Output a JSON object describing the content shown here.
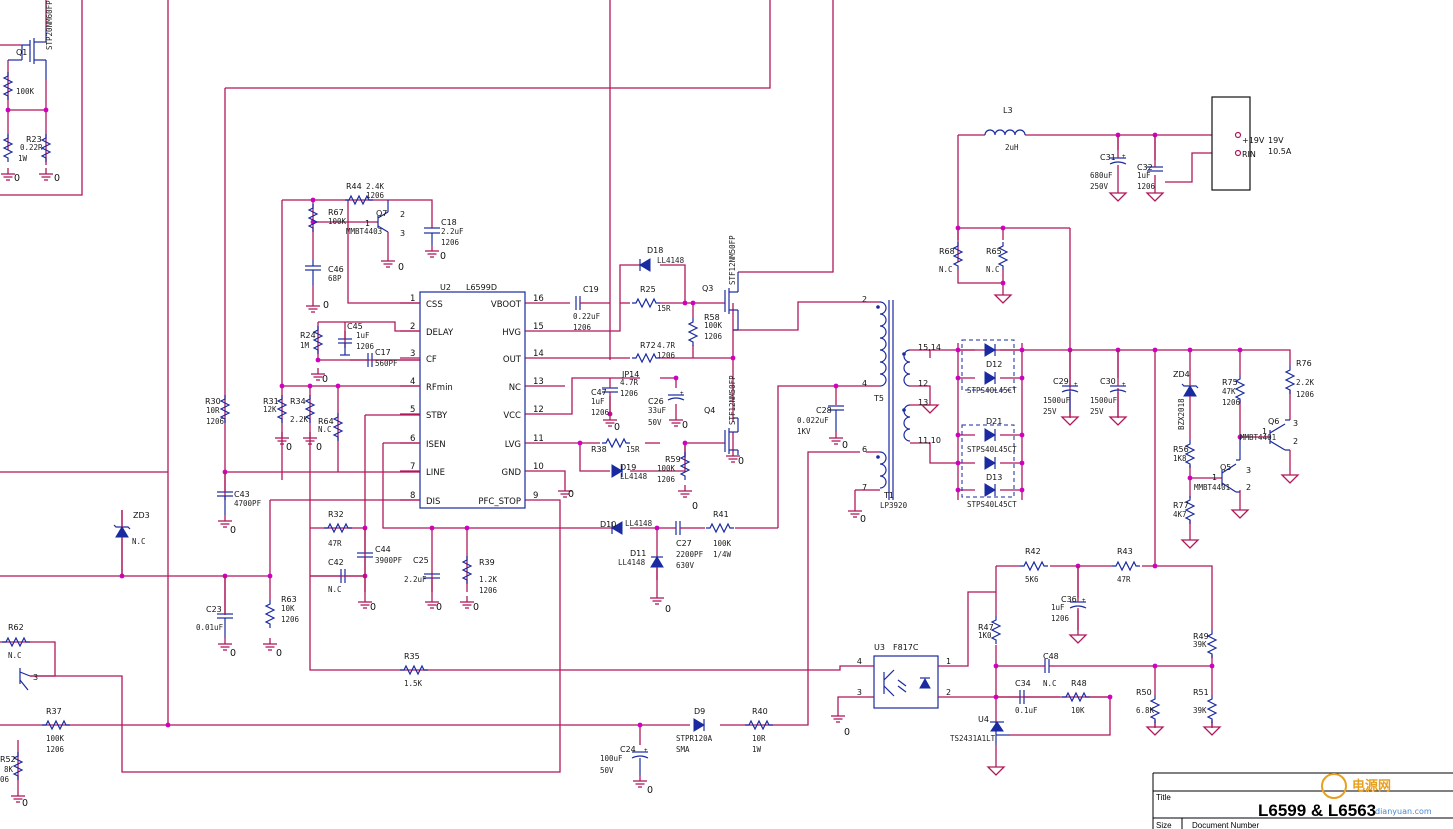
{
  "title_block": {
    "title_label": "Title",
    "title": "L6599 & L6563",
    "size_label": "Size",
    "docnum_label": "Document Number",
    "watermark": "电源网",
    "watermark_sub": "dianyuan.com"
  },
  "ic": {
    "ref": "U2",
    "part": "L6599D",
    "left_pins": [
      {
        "num": "1",
        "name": "CSS"
      },
      {
        "num": "2",
        "name": "DELAY"
      },
      {
        "num": "3",
        "name": "CF"
      },
      {
        "num": "4",
        "name": "RFmin"
      },
      {
        "num": "5",
        "name": "STBY"
      },
      {
        "num": "6",
        "name": "ISEN"
      },
      {
        "num": "7",
        "name": "LINE"
      },
      {
        "num": "8",
        "name": "DIS"
      }
    ],
    "right_pins": [
      {
        "num": "16",
        "name": "VBOOT"
      },
      {
        "num": "15",
        "name": "HVG"
      },
      {
        "num": "14",
        "name": "OUT"
      },
      {
        "num": "13",
        "name": "NC"
      },
      {
        "num": "12",
        "name": "VCC"
      },
      {
        "num": "11",
        "name": "LVG"
      },
      {
        "num": "10",
        "name": "GND"
      },
      {
        "num": "9",
        "name": "PFC_STOP"
      }
    ]
  },
  "output": {
    "plus_label": "+19V",
    "rin_label": "RIN",
    "voltage": "19V",
    "current": "10.5A"
  },
  "optocoupler": {
    "ref": "U3",
    "part": "F817C"
  },
  "transformer": {
    "ref": "T1",
    "part": "LP3920",
    "tag": "T5"
  },
  "components": [
    {
      "id": "q1",
      "ref": "Q1",
      "value": "STP20NM60FP"
    },
    {
      "id": "r100k_a",
      "ref": "",
      "value": "100K"
    },
    {
      "id": "r23",
      "ref": "R23",
      "value": "0.22R",
      "v2": "1W"
    },
    {
      "id": "r44",
      "ref": "R44",
      "value": "2.4K",
      "v2": "1206"
    },
    {
      "id": "r67",
      "ref": "R67",
      "value": "100K"
    },
    {
      "id": "q7",
      "ref": "Q7",
      "value": "MMBT4403"
    },
    {
      "id": "c18",
      "ref": "C18",
      "value": "2.2uF",
      "v2": "1206"
    },
    {
      "id": "c46",
      "ref": "C46",
      "value": "68P"
    },
    {
      "id": "r24",
      "ref": "R24",
      "value": "1M"
    },
    {
      "id": "c45",
      "ref": "C45",
      "value": "1uF",
      "v2": "1206"
    },
    {
      "id": "c17",
      "ref": "C17",
      "value": "560PF"
    },
    {
      "id": "r30",
      "ref": "R30",
      "value": "10R",
      "v2": "1206"
    },
    {
      "id": "r31",
      "ref": "R31",
      "value": "12K"
    },
    {
      "id": "r34",
      "ref": "R34",
      "value": "2.2K"
    },
    {
      "id": "r64",
      "ref": "R64",
      "value": "N.C"
    },
    {
      "id": "c43",
      "ref": "C43",
      "value": "4700PF"
    },
    {
      "id": "r32",
      "ref": "R32",
      "value": "47R"
    },
    {
      "id": "c44",
      "ref": "C44",
      "value": "3900PF"
    },
    {
      "id": "c42",
      "ref": "C42",
      "value": "N.C"
    },
    {
      "id": "c25",
      "ref": "C25",
      "value": "2.2uF"
    },
    {
      "id": "r39",
      "ref": "R39",
      "value": "1.2K",
      "v2": "1206"
    },
    {
      "id": "c23",
      "ref": "C23",
      "value": "0.01uF"
    },
    {
      "id": "r63",
      "ref": "R63",
      "value": "10K",
      "v2": "1206"
    },
    {
      "id": "zd3",
      "ref": "ZD3",
      "value": "N.C"
    },
    {
      "id": "r62",
      "ref": "R62",
      "value": "N.C"
    },
    {
      "id": "r37",
      "ref": "R37",
      "value": "100K",
      "v2": "1206"
    },
    {
      "id": "r52",
      "ref": "R52",
      "value": "8K",
      "v2": "06"
    },
    {
      "id": "r35",
      "ref": "R35",
      "value": "1.5K"
    },
    {
      "id": "c19",
      "ref": "C19",
      "value": "0.22uF",
      "v2": "1206"
    },
    {
      "id": "d18",
      "ref": "D18",
      "value": "LL4148"
    },
    {
      "id": "r25",
      "ref": "R25",
      "value": "15R"
    },
    {
      "id": "q3",
      "ref": "Q3",
      "value": "STF12NM50FP"
    },
    {
      "id": "r58",
      "ref": "R58",
      "value": "100K",
      "v2": "1206"
    },
    {
      "id": "r72",
      "ref": "R72",
      "value": "4.7R",
      "v2": "1206"
    },
    {
      "id": "jp14",
      "ref": "JP14",
      "value": "4.7R",
      "v2": "1206"
    },
    {
      "id": "c47",
      "ref": "C47",
      "value": "1uF",
      "v2": "1206"
    },
    {
      "id": "c26",
      "ref": "C26",
      "value": "33uF",
      "v2": "50V"
    },
    {
      "id": "q4",
      "ref": "Q4",
      "value": "STF12NM50FP"
    },
    {
      "id": "r38",
      "ref": "R38",
      "value": "15R"
    },
    {
      "id": "d19",
      "ref": "D19",
      "value": "LL4148"
    },
    {
      "id": "r59",
      "ref": "R59",
      "value": "100K",
      "v2": "1206"
    },
    {
      "id": "c28",
      "ref": "C28",
      "value": "0.022uF",
      "v2": "1KV"
    },
    {
      "id": "d10",
      "ref": "D10",
      "value": "LL4148"
    },
    {
      "id": "d11",
      "ref": "D11",
      "value": "LL4148"
    },
    {
      "id": "c27",
      "ref": "C27",
      "value": "2200PF",
      "v2": "630V"
    },
    {
      "id": "r41",
      "ref": "R41",
      "value": "100K",
      "v2": "1/4W"
    },
    {
      "id": "d9",
      "ref": "D9",
      "value": "STPR120A",
      "v2": "SMA"
    },
    {
      "id": "r40",
      "ref": "R40",
      "value": "10R",
      "v2": "1W"
    },
    {
      "id": "c24",
      "ref": "C24",
      "value": "100uF",
      "v2": "50V"
    },
    {
      "id": "l3",
      "ref": "L3",
      "value": "2uH"
    },
    {
      "id": "c31",
      "ref": "C31",
      "value": "680uF",
      "v2": "250V"
    },
    {
      "id": "c32",
      "ref": "C32",
      "value": "1uF",
      "v2": "1206"
    },
    {
      "id": "r68",
      "ref": "R68",
      "value": "N.C"
    },
    {
      "id": "r65",
      "ref": "R65",
      "value": "N.C"
    },
    {
      "id": "d12",
      "ref": "D12",
      "value": "STPS40L45CT"
    },
    {
      "id": "d21",
      "ref": "D21",
      "value": "STPS40L45CT"
    },
    {
      "id": "d13",
      "ref": "D13",
      "value": "STPS40L45CT"
    },
    {
      "id": "c29",
      "ref": "C29",
      "value": "1500uF",
      "v2": "25V"
    },
    {
      "id": "c30",
      "ref": "C30",
      "value": "1500uF",
      "v2": "25V"
    },
    {
      "id": "zd4",
      "ref": "ZD4",
      "value": "BZX2018"
    },
    {
      "id": "r75",
      "ref": "R75",
      "value": "47K",
      "v2": "1206"
    },
    {
      "id": "r76",
      "ref": "R76",
      "value": "2.2K",
      "v2": "1206"
    },
    {
      "id": "q6",
      "ref": "Q6",
      "value": "MMBT4401"
    },
    {
      "id": "r56",
      "ref": "R56",
      "value": "1K8"
    },
    {
      "id": "q5",
      "ref": "Q5",
      "value": "MMBT4401"
    },
    {
      "id": "r77",
      "ref": "R77",
      "value": "4K7"
    },
    {
      "id": "r42",
      "ref": "R42",
      "value": "5K6"
    },
    {
      "id": "r43",
      "ref": "R43",
      "value": "47R"
    },
    {
      "id": "c36",
      "ref": "C36",
      "value": "1uF",
      "v2": "1206"
    },
    {
      "id": "r47",
      "ref": "R47",
      "value": "1K0"
    },
    {
      "id": "r49",
      "ref": "R49",
      "value": "39K"
    },
    {
      "id": "c48",
      "ref": "C48",
      "value": "N.C"
    },
    {
      "id": "c34",
      "ref": "C34",
      "value": "0.1uF"
    },
    {
      "id": "r48",
      "ref": "R48",
      "value": "10K"
    },
    {
      "id": "r50",
      "ref": "R50",
      "value": "6.8K"
    },
    {
      "id": "r51",
      "ref": "R51",
      "value": "39K"
    },
    {
      "id": "u4",
      "ref": "U4",
      "value": "TS2431A1LT"
    }
  ]
}
